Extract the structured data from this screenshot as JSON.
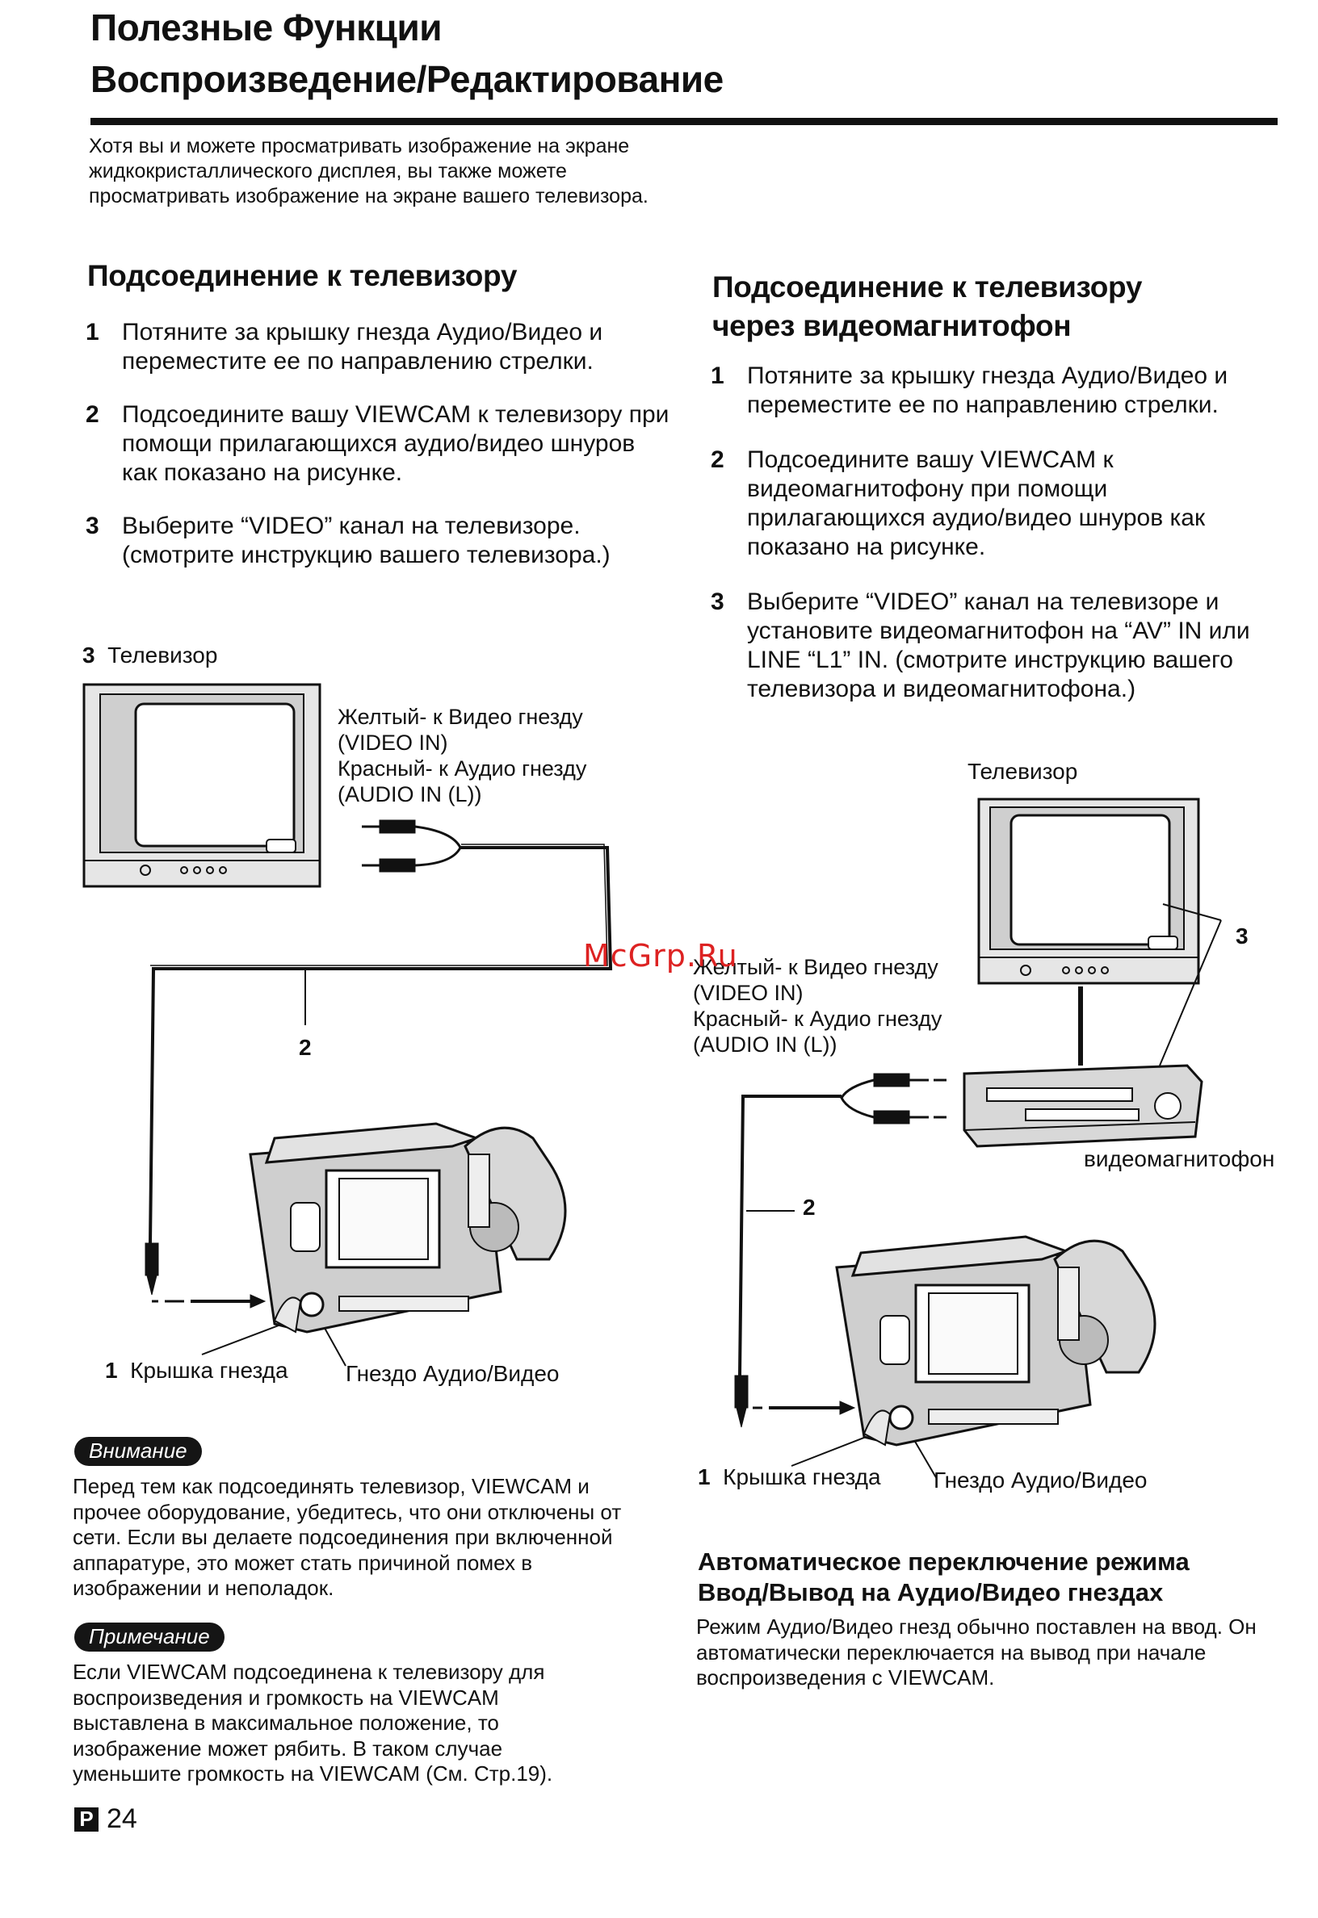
{
  "page": {
    "title_line1": "Полезные Функции",
    "title_line2": "Воспроизведение/Редактирование",
    "intro": "Хотя вы и можете просматривать изображение на экране жидкокристаллического дисплея, вы также можете просматривать изображение на экране вашего телевизора.",
    "page_letter": "P",
    "page_number": "24",
    "watermark": "McGrp.Ru"
  },
  "left": {
    "heading": "Подсоединение к телевизору",
    "steps": [
      {
        "num": "1",
        "text": "Потяните за крышку гнезда Аудио/Видео и переместите ее по направлению стрелки."
      },
      {
        "num": "2",
        "text": "Подсоедините вашу VIEWCAM к телевизору при помощи прилагающихся аудио/видео шнуров как показано на рисунке."
      },
      {
        "num": "3",
        "text": "Выберите “VIDEO” канал на телевизоре. (смотрите инструкцию вашего телевизора.)"
      }
    ],
    "figure": {
      "tv_num": "3",
      "tv_label": "Телевизор",
      "yellow_1": "Желтый- к  Видео гнезду",
      "yellow_2": "(VIDEO IN)",
      "red_1": "Красный- к Аудио гнезду",
      "red_2": "(AUDIO IN (L))",
      "cable_num": "2",
      "cover_num": "1",
      "cover_label": "Крышка гнезда",
      "jack_label": "Гнездо Аудио/Видео"
    },
    "caution_title": "Внимание",
    "caution_text": "Перед тем как подсоединять телевизор, VIEWCAM и прочее оборудование, убедитесь, что они отключены от сети. Если вы делаете подсоединения при включенной аппаратуре, это может стать причиной помех в изображении и неполадок.",
    "note_title": "Примечание",
    "note_text": "Если VIEWCAM подсоединена к телевизору для воспроизведения и громкость на VIEWCAM выставлена в максимальное положение, то изображение может рябить. В таком случае уменьшите громкость на VIEWCAM (См. Стр.19)."
  },
  "right": {
    "heading_line1": "Подсоединение к телевизору",
    "heading_line2": "через видеомагнитофон",
    "steps": [
      {
        "num": "1",
        "text": "Потяните за крышку гнезда Аудио/Видео и переместите ее по направлению стрелки."
      },
      {
        "num": "2",
        "text": "Подсоедините вашу VIEWCAM к видеомагнитофону при помощи прилагающихся аудио/видео шнуров как показано на рисунке."
      },
      {
        "num": "3",
        "text": "Выберите “VIDEO” канал на телевизоре и установите видеомагнитофон на “AV” IN или LINE “L1” IN. (смотрите инструкцию вашего телевизора и видеомагнитофона.)"
      }
    ],
    "figure": {
      "tv_label": "Телевизор",
      "link_num": "3",
      "yellow_1": "Желтый- к  Видео гнезду",
      "yellow_2": "(VIDEO IN)",
      "red_1": "Красный- к Аудио гнезду",
      "red_2": "(AUDIO IN (L))",
      "vcr_label": "видеомагнитофон",
      "cable_num": "2",
      "cover_num": "1",
      "cover_label": "Крышка гнезда",
      "jack_label": "Гнездо Аудио/Видео"
    },
    "auto_heading_line1": "Автоматическое переключение режима",
    "auto_heading_line2": "Ввод/Вывод на Аудио/Видео гнездах",
    "auto_text": "Режим Аудио/Видео гнезд обычно поставлен на ввод. Он автоматически переключается на вывод при начале воспроизведения с VIEWCAM."
  }
}
